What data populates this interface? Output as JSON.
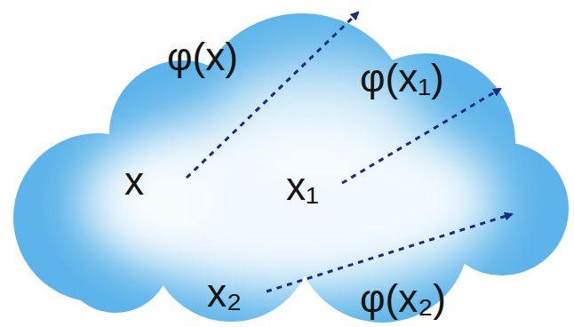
{
  "diagram": {
    "labels": [
      "φ(x)",
      "φ(x₁)",
      "x",
      "x₁",
      "x₂",
      "φ(x₂)"
    ]
  }
}
